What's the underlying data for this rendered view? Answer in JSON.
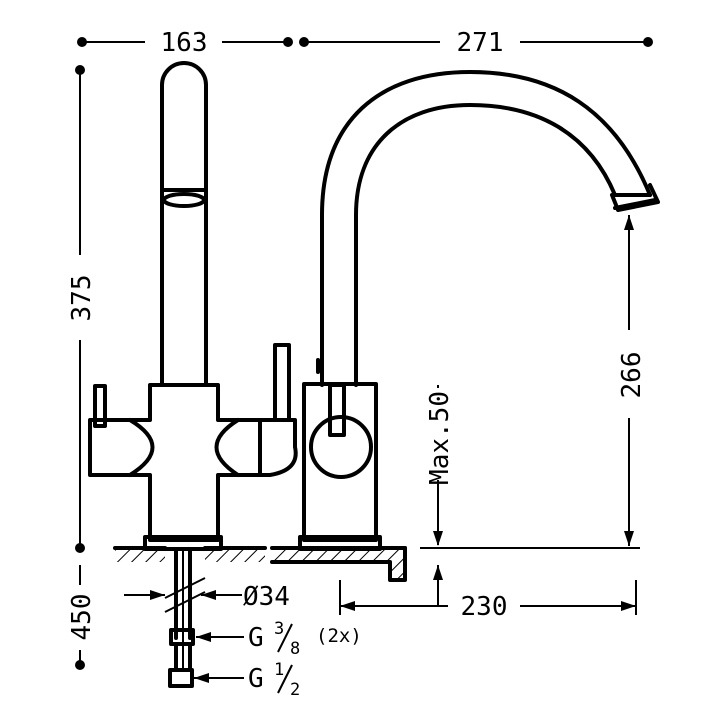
{
  "dimensions": {
    "width_left": "163",
    "width_right": "271",
    "height_total": "375",
    "spout_height": "266",
    "max_thickness": "Max.50",
    "reach": "230",
    "below_length": "450",
    "hole_diameter": "Ø34",
    "connection_large": {
      "letter": "G",
      "num": "3",
      "den": "8",
      "note": "(2x)"
    },
    "connection_small": {
      "letter": "G",
      "num": "1",
      "den": "2"
    }
  }
}
